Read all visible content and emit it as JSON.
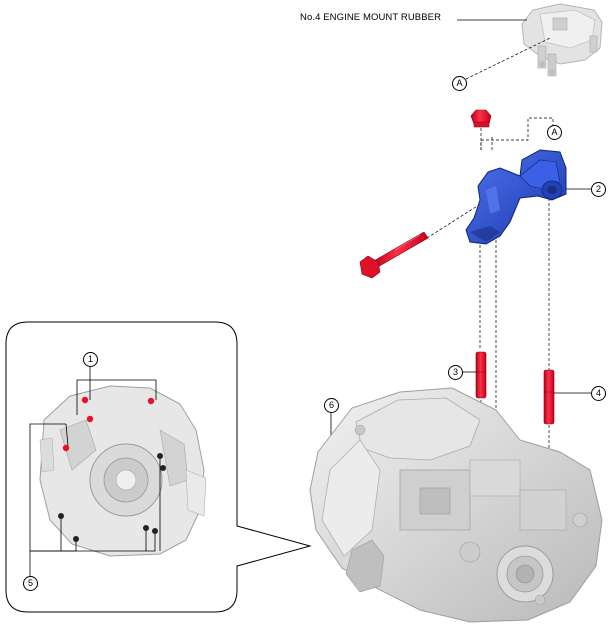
{
  "part_label": "No.4 ENGINE MOUNT RUBBER",
  "callouts": {
    "a_top": "A",
    "a_bracket": "A",
    "n1": "1",
    "n2": "2",
    "n3": "3",
    "n4": "4",
    "n5": "5",
    "n6": "6"
  },
  "colors": {
    "bolt": "#e8102a",
    "bracket": "#2a4fcf",
    "housing": "#d4d4d4",
    "outline": "#000000"
  }
}
